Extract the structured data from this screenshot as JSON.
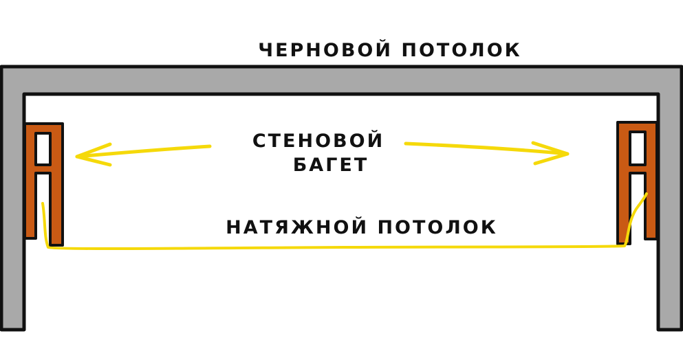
{
  "labels": {
    "rough_ceiling": "ЧЕРНОВОЙ ПОТОЛОК",
    "wall_baguette_line1": "СТЕНОВОЙ",
    "wall_baguette_line2": "БАГЕТ",
    "stretch_ceiling": "НАТЯЖНОЙ ПОТОЛОК"
  },
  "colors": {
    "slab": "#a9a9a9",
    "outline": "#111111",
    "baguette": "#c95a14",
    "membrane": "#f5d90a",
    "arrow": "#f5d90a",
    "background": "#ffffff"
  }
}
